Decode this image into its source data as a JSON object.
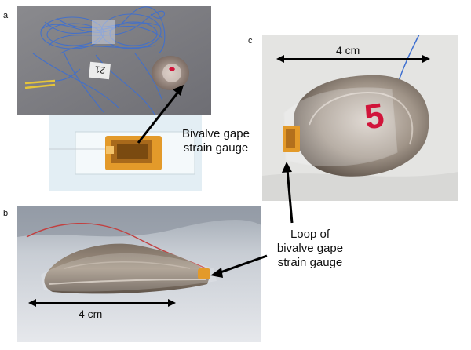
{
  "panels": {
    "a": {
      "letter": "a",
      "tag_text": "21",
      "gauge_label": "Bivalve gape strain gauge",
      "gauge_label_lines": [
        "Bivalve gape",
        "strain gauge"
      ]
    },
    "b": {
      "letter": "b",
      "scale_label": "4 cm",
      "loop_label_lines": [
        "Loop of",
        "bivalve gape",
        "strain gauge"
      ]
    },
    "c": {
      "letter": "c",
      "scale_label": "4 cm",
      "shell_mark": "5"
    }
  },
  "colors": {
    "wire_blue": "#3e6fd0",
    "gauge_orange": "#e39a2a",
    "shell_gray": "#a09488",
    "mark_red": "#d1143a",
    "arrow": "#000000"
  }
}
